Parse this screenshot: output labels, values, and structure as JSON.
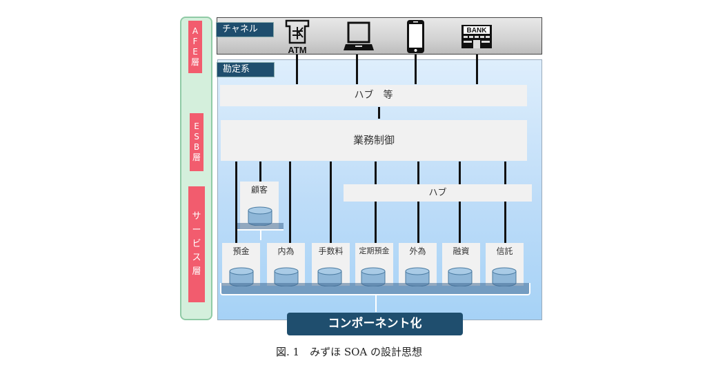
{
  "layers": [
    {
      "id": "afe",
      "chars": [
        "A",
        "F",
        "E",
        "層"
      ]
    },
    {
      "id": "esb",
      "chars": [
        "E",
        "S",
        "B",
        "層"
      ]
    },
    {
      "id": "service",
      "chars": [
        "サ",
        "ー",
        "ビ",
        "ス",
        "層"
      ]
    }
  ],
  "channel": {
    "label": "チャネル",
    "devices": [
      {
        "icon": "atm-icon",
        "text": "ATM"
      },
      {
        "icon": "laptop-icon",
        "text": ""
      },
      {
        "icon": "smartphone-icon",
        "text": ""
      },
      {
        "icon": "bank-branch-icon",
        "text": "BANK"
      }
    ]
  },
  "accounting": {
    "label": "勘定系",
    "hub_etc": "ハブ　等",
    "business_control": "業務制御",
    "hub": "ハブ",
    "customer": "顧客",
    "services": [
      "預金",
      "内為",
      "手数料",
      "定期預金",
      "外為",
      "融資",
      "信託"
    ]
  },
  "component_label": "コンポーネント化",
  "caption": "図. 1　みずほ SOA の設計思想",
  "colors": {
    "layer_tag": "#f25c6e",
    "dark_label": "#1f4e6e",
    "layer_panel": "#d4efdc"
  }
}
